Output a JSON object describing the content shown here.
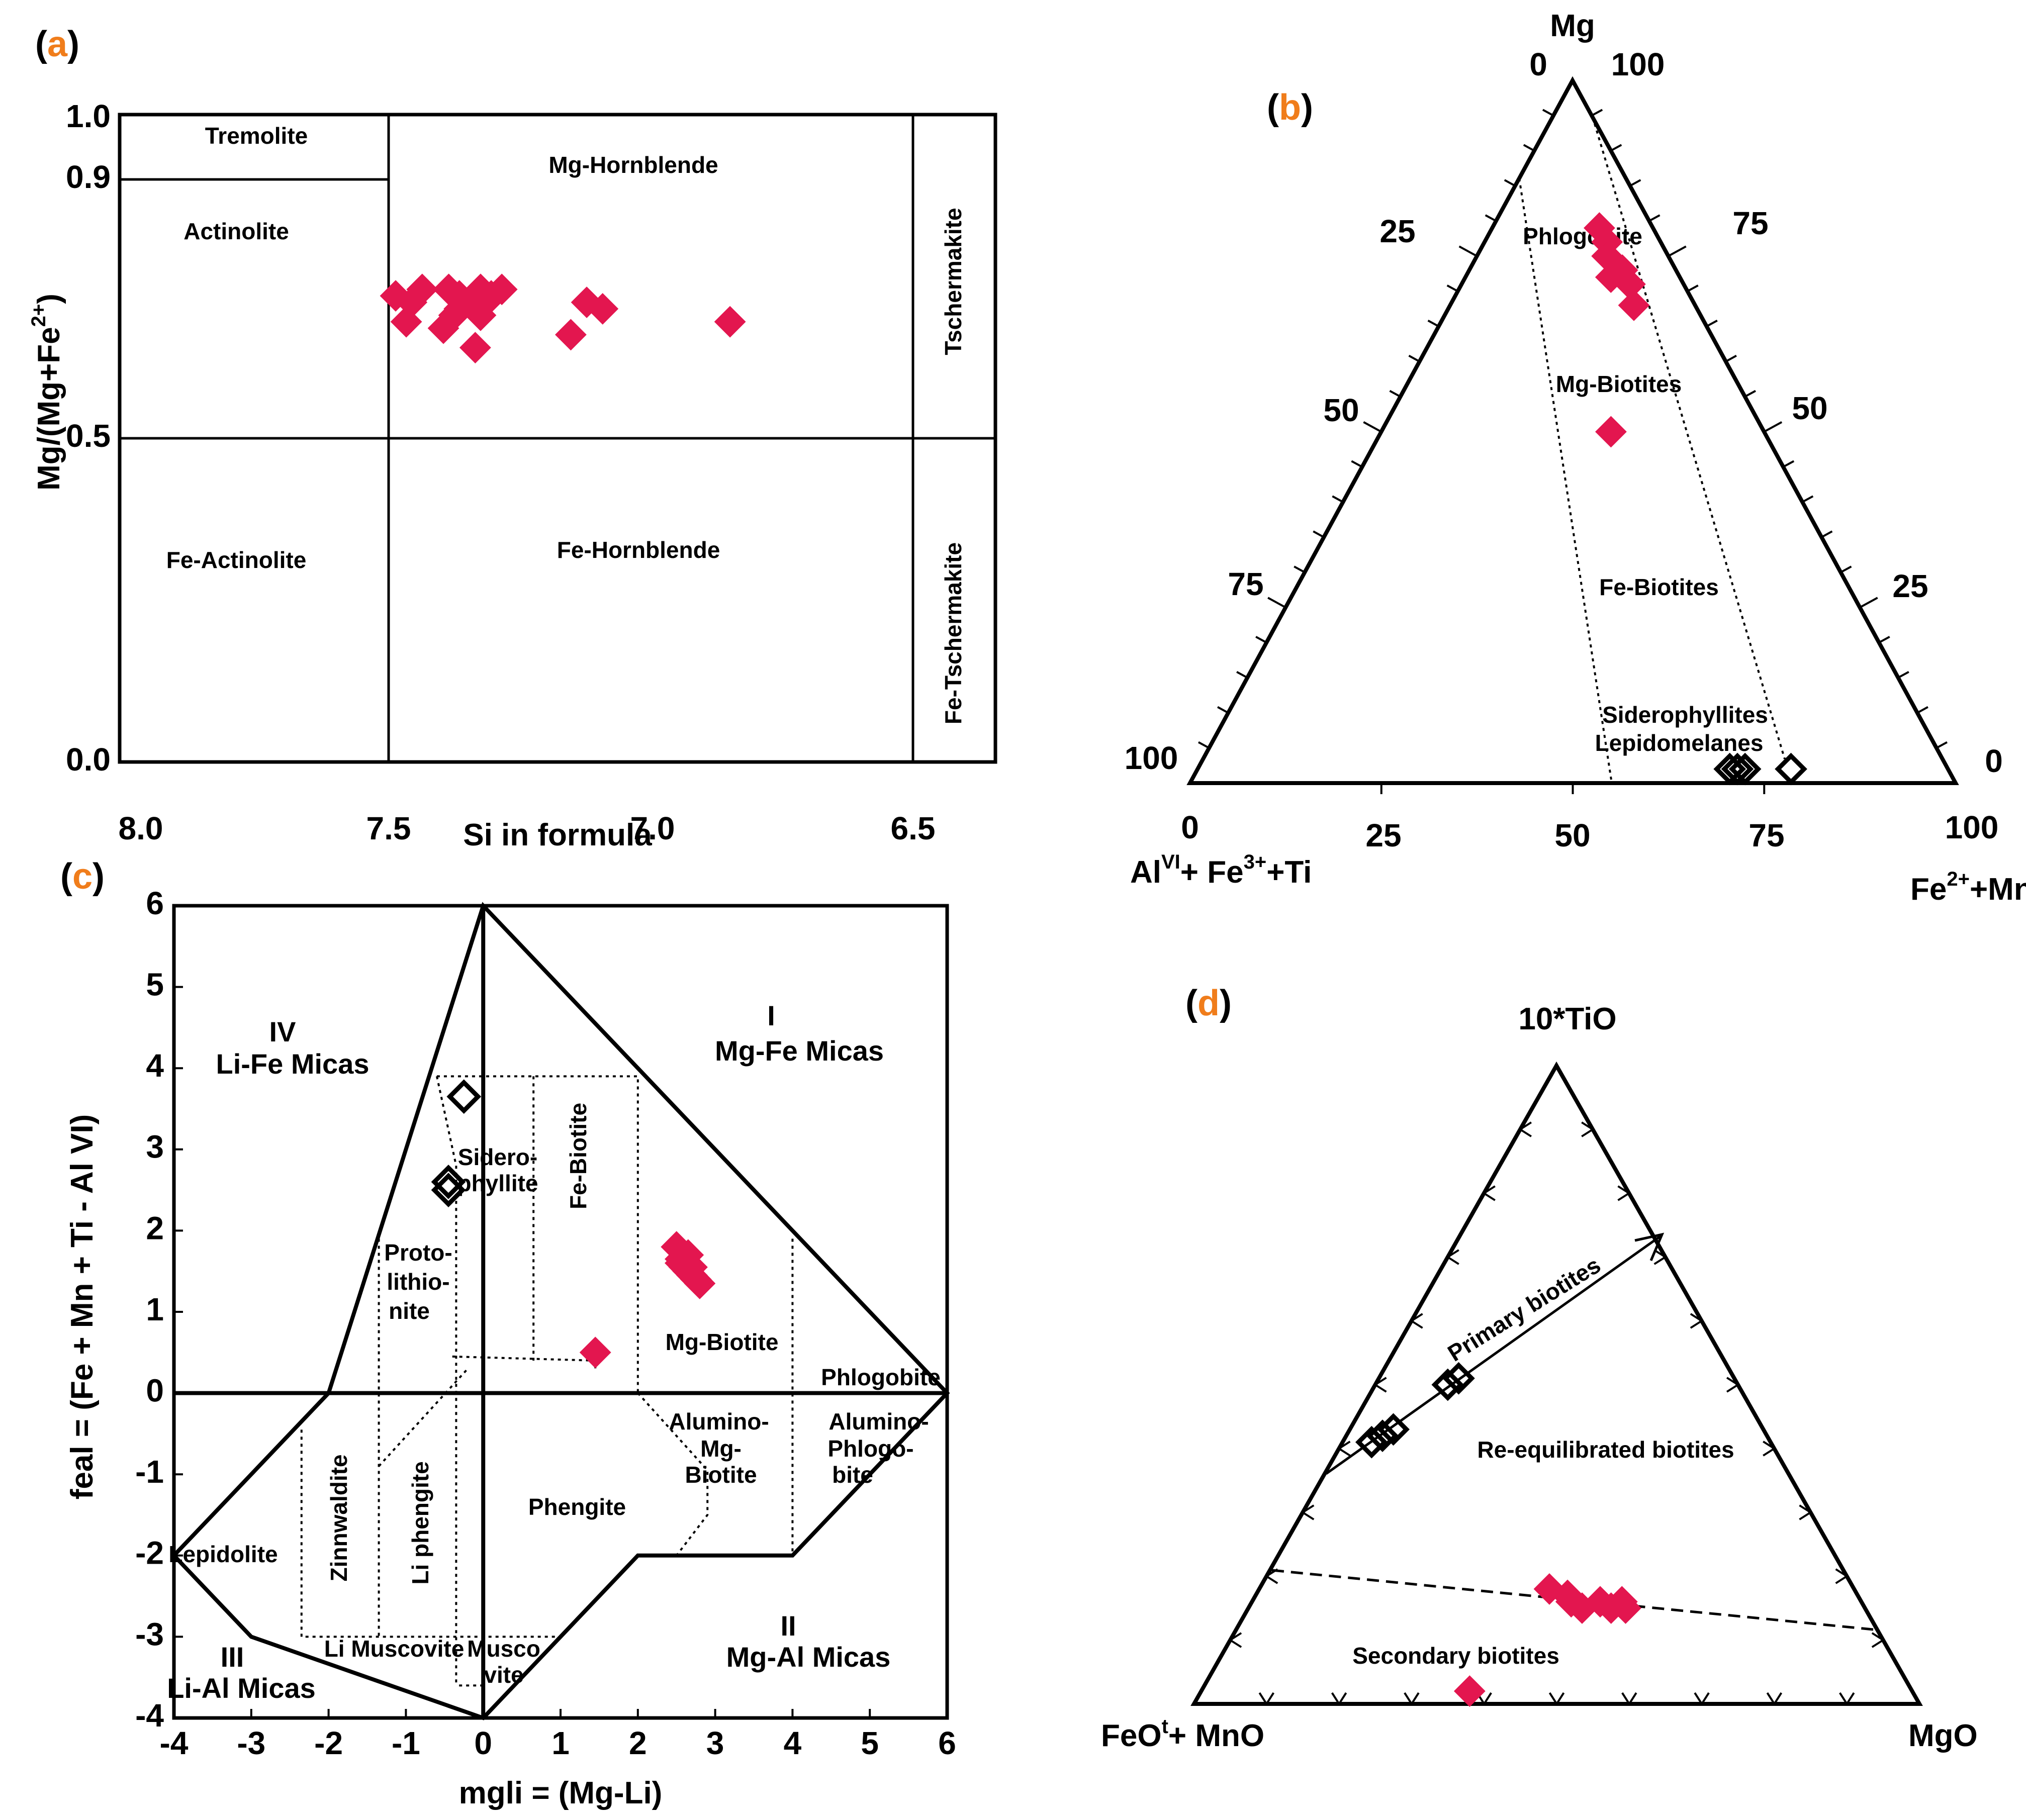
{
  "colors": {
    "sample_fill": "#e3164f",
    "hollow_stroke": "#000000",
    "panel_letter_paren": "#000000",
    "panel_letter": "#f07d1b"
  },
  "marker_shapes": {
    "filled": "diamond-filled",
    "hollow": "diamond-open"
  },
  "panels": {
    "a": {
      "letter": "a"
    },
    "b": {
      "letter": "b"
    },
    "c": {
      "letter": "c"
    },
    "d": {
      "letter": "d"
    }
  },
  "chart_data": [
    {
      "type": "scatter",
      "panel": "a",
      "xlabel": "Si in formula",
      "ylabel": "Mg/(Mg+Fe2+)",
      "ylabel_main": "Mg/(Mg+Fe",
      "ylabel_sup": "2+",
      "ylabel_end": ")",
      "xlim": [
        8.0,
        6.35
      ],
      "ylim": [
        0.0,
        1.0
      ],
      "x_ticks": [
        "8.0",
        "7.5",
        "7.0",
        "6.5"
      ],
      "x_tick_values": [
        8.0,
        7.5,
        7.0,
        6.5
      ],
      "y_ticks": [
        "0.0",
        "0.5",
        "0.9",
        "1.0"
      ],
      "y_tick_values": [
        0.0,
        0.5,
        0.9,
        1.0
      ],
      "fields": [
        "Tremolite",
        "Actinolite",
        "Mg-Hornblende",
        "Tschermakite",
        "Fe-Actinolite",
        "Fe-Hornblende",
        "Fe-Tschermakite"
      ],
      "series": [
        {
          "marker": "filled",
          "x": [
            7.48,
            7.45,
            7.43,
            7.38,
            7.36,
            7.34,
            7.32,
            7.3,
            7.28,
            7.46,
            7.39,
            7.37,
            7.33,
            7.12,
            7.09,
            6.85,
            7.15,
            7.32,
            7.31,
            7.36
          ],
          "y": [
            0.72,
            0.71,
            0.73,
            0.73,
            0.72,
            0.71,
            0.73,
            0.72,
            0.73,
            0.68,
            0.67,
            0.69,
            0.64,
            0.71,
            0.7,
            0.68,
            0.66,
            0.69,
            0.71,
            0.7
          ]
        }
      ]
    },
    {
      "type": "scatter",
      "panel": "b",
      "subtype": "ternary",
      "apex_top": "Mg",
      "apex_left": "AlVI + Fe3+ +Ti",
      "apex_left_parts": [
        "Al",
        "VI",
        "+ Fe",
        "3+",
        "+Ti"
      ],
      "apex_right": "Fe2+ +Mn",
      "apex_right_parts": [
        "Fe",
        "2+",
        "+Mn"
      ],
      "tick_labels_left": [
        "0",
        "25",
        "50",
        "75",
        "100"
      ],
      "tick_labels_right": [
        "100",
        "75",
        "50",
        "25",
        "0"
      ],
      "tick_labels_bottom": [
        "0",
        "25",
        "50",
        "75",
        "100"
      ],
      "fields": [
        "Phlogobite",
        "Mg-Biotites",
        "Fe-Biotites",
        "Siderophyllites",
        "Lepidomelanes"
      ],
      "series": [
        {
          "marker": "filled",
          "mg": [
            79,
            77,
            75,
            72,
            73,
            71,
            68,
            50
          ],
          "fe": [
            14,
            16,
            17,
            19,
            20,
            22,
            24,
            30
          ]
        },
        {
          "marker": "hollow",
          "mg": [
            1,
            1,
            1,
            1
          ],
          "fe": [
            71,
            72,
            70,
            78
          ]
        }
      ]
    },
    {
      "type": "scatter",
      "panel": "c",
      "xlabel": "mgli = (Mg-Li)",
      "ylabel": "feal = (Fe + Mn + Ti - Al VI)",
      "xlim": [
        -4,
        6
      ],
      "ylim": [
        -4,
        6
      ],
      "x_ticks": [
        "-4",
        "-3",
        "-2",
        "-1",
        "0",
        "1",
        "2",
        "3",
        "4",
        "5",
        "6"
      ],
      "y_ticks": [
        "-4",
        "-3",
        "-2",
        "-1",
        "0",
        "1",
        "2",
        "3",
        "4",
        "5",
        "6"
      ],
      "groups": [
        "IV",
        "Li-Fe Micas",
        "I",
        "Mg-Fe Micas",
        "II",
        "Mg-Al Micas",
        "III",
        "Li-Al Micas"
      ],
      "fields": [
        "Sidero-",
        "phyllite",
        "Fe-Biotite",
        "Proto-",
        "lithio-",
        "nite",
        "Mg-Biotite",
        "Phlogobite",
        "Alumino-",
        "Mg-",
        "Biotite",
        "Alumino-",
        "Phlogo-",
        "bite",
        "Zinnwaldite",
        "Li phengite",
        "Phengite",
        "Lepidolite",
        "Li Muscovite",
        "Musco",
        "vite"
      ],
      "series": [
        {
          "marker": "filled",
          "x": [
            2.5,
            2.55,
            2.6,
            2.65,
            2.7,
            2.75,
            2.8,
            2.55,
            2.65,
            2.7,
            1.45
          ],
          "y": [
            1.8,
            1.65,
            1.55,
            1.5,
            1.45,
            1.4,
            1.35,
            1.6,
            1.7,
            1.55,
            0.5
          ]
        },
        {
          "marker": "hollow",
          "x": [
            -0.25,
            -0.45,
            -0.45
          ],
          "y": [
            3.65,
            2.6,
            2.5
          ]
        }
      ]
    },
    {
      "type": "scatter",
      "panel": "d",
      "subtype": "ternary",
      "apex_top": "10*TiO",
      "apex_left": "FeOt + MnO",
      "apex_left_parts": [
        "FeO",
        "t",
        "+ MnO"
      ],
      "apex_right": "MgO",
      "fields": [
        "Primary biotites",
        "Re-equilibrated biotites",
        "Secondary biotites"
      ],
      "series": [
        {
          "marker": "filled",
          "ti": [
            18,
            17,
            16,
            15,
            16,
            15,
            16,
            15,
            2
          ],
          "mg": [
            40,
            43,
            44,
            46,
            48,
            50,
            51,
            52,
            37
          ]
        },
        {
          "marker": "hollow",
          "ti": [
            41,
            42,
            43,
            50,
            51
          ],
          "mg": [
            4,
            5,
            6,
            10,
            11
          ]
        }
      ]
    }
  ]
}
